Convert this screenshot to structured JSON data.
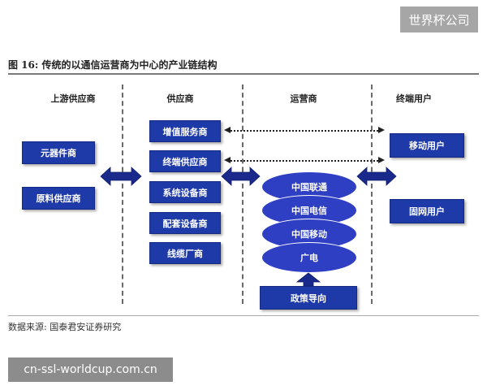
{
  "watermark_top": "世界杯公司",
  "figure": {
    "title": "图 16:  传统的以通信运营商为中心的产业链结构",
    "source": "数据来源:  国泰君安证券研究"
  },
  "columns": {
    "upstream": "上游供应商",
    "supplier": "供应商",
    "operator": "运营商",
    "end_user": "终端用户"
  },
  "upstream_boxes": [
    "元器件商",
    "原料供应商"
  ],
  "supplier_boxes": [
    "增值服务商",
    "终端供应商",
    "系统设备商",
    "配套设备商",
    "线缆厂商"
  ],
  "operators": [
    "中国联通",
    "中国电信",
    "中国移动",
    "广电"
  ],
  "end_user_boxes": [
    "移动用户",
    "固网用户"
  ],
  "policy": {
    "label": "政策导向"
  },
  "colors": {
    "box": "#1e3aa8",
    "ellipse": "#2e3fc4",
    "arrow": "#1a2a8c"
  },
  "bottom_banner": "cn-ssl-worldcup.com.cn"
}
